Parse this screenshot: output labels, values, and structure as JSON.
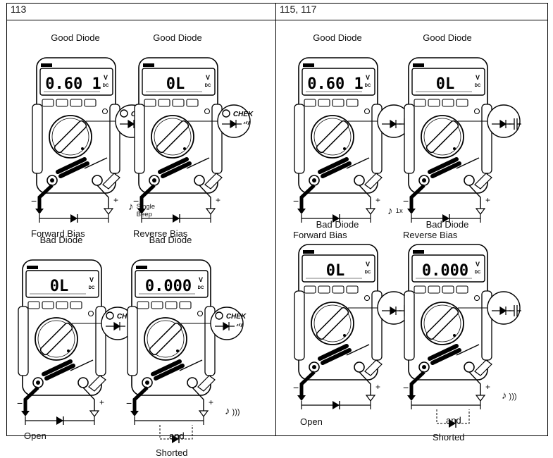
{
  "columns": [
    {
      "model_label": "113",
      "panels": [
        {
          "title": "Good Diode",
          "display": "0.60 1",
          "unit": "V",
          "sub": "DC",
          "chek": "CHEK",
          "caption": "Forward Bias",
          "tone_note": [
            "Single",
            "Beep"
          ]
        },
        {
          "title": "Good Diode",
          "display": "0L",
          "unit": "V",
          "sub": "DC",
          "chek": "CHEK",
          "caption": "Reverse Bias"
        },
        {
          "title": "Bad Diode",
          "display": "0L",
          "unit": "V",
          "sub": "DC",
          "chek": "CHEK",
          "caption": "Open"
        },
        {
          "title": "Bad Diode",
          "display": "0.000",
          "unit": "V",
          "sub": "DC",
          "chek": "CHEK",
          "caption": "Shorted",
          "joiner": "and"
        }
      ]
    },
    {
      "model_label": "115, 117",
      "panels": [
        {
          "title": "Good Diode",
          "display": "0.60 1",
          "unit": "V",
          "sub": "DC",
          "caption": "Forward Bias",
          "tone_note": [
            "1x"
          ]
        },
        {
          "title": "Good Diode",
          "display": "0L",
          "unit": "V",
          "sub": "DC",
          "caption": "Reverse Bias"
        },
        {
          "title": "Bad Diode",
          "display": "0L",
          "unit": "V",
          "sub": "DC",
          "caption": "Open"
        },
        {
          "title": "Bad Diode",
          "display": "0.000",
          "unit": "V",
          "sub": "DC",
          "caption": "Shorted",
          "joiner": "and"
        }
      ]
    }
  ]
}
